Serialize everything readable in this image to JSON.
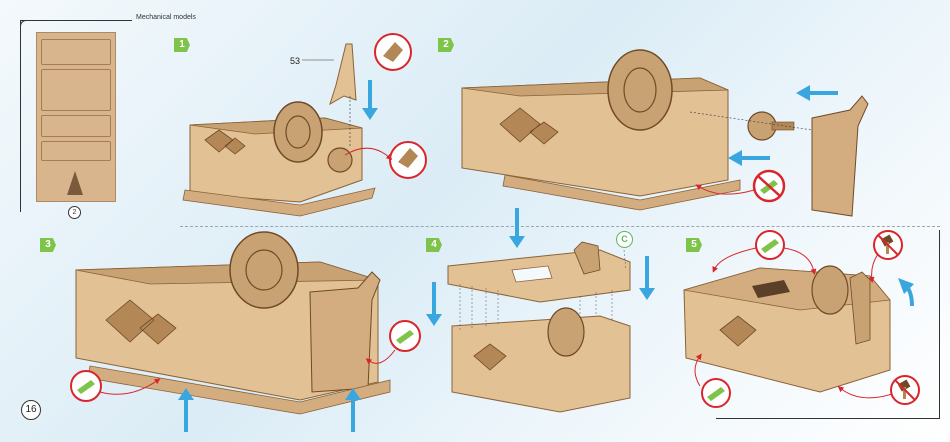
{
  "header": {
    "title": "Mechanical models"
  },
  "sheet": {
    "number": "2"
  },
  "steps": [
    {
      "label": "1"
    },
    {
      "label": "2"
    },
    {
      "label": "3"
    },
    {
      "label": "4"
    },
    {
      "label": "5"
    }
  ],
  "parts": {
    "part_53": "53",
    "part_c": "C"
  },
  "page": {
    "number": "16"
  },
  "colors": {
    "wood": "#e2c195",
    "wood_dark": "#b48757",
    "arrow_blue": "#3aa6e0",
    "prohibit_red": "#d9262b",
    "step_green": "#7ec44a"
  }
}
